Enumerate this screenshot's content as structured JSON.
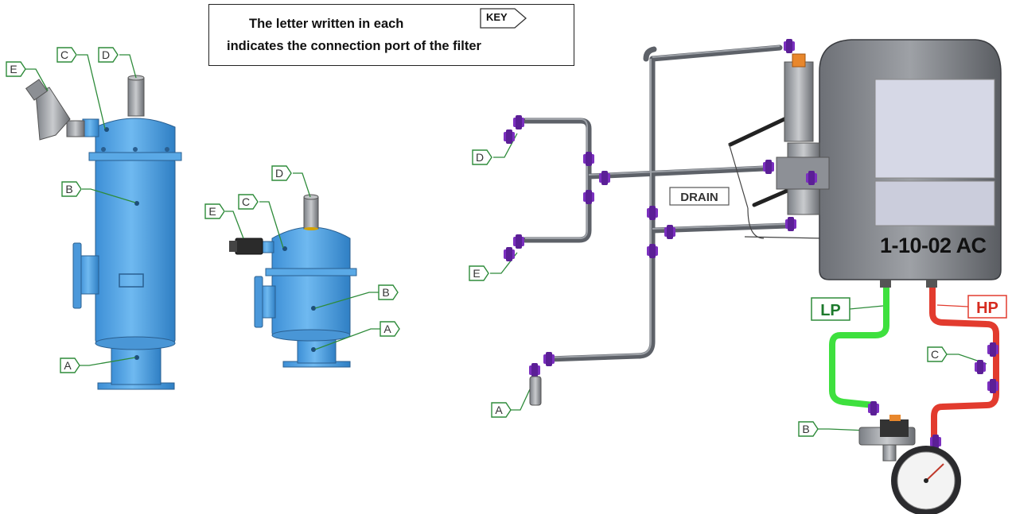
{
  "key_box": {
    "line1": "The letter written in each",
    "line2": "indicates the connection  port of the filter",
    "tag": "KEY"
  },
  "filter_large": {
    "labels": [
      "A",
      "B",
      "C",
      "D",
      "E"
    ]
  },
  "filter_small": {
    "labels": [
      "A",
      "B",
      "C",
      "D",
      "E"
    ]
  },
  "assembly": {
    "drain_label": "DRAIN",
    "device_label": "1-10-02 AC",
    "lp_label": "LP",
    "hp_label": "HP",
    "port_labels": [
      "A",
      "B",
      "C",
      "D",
      "E"
    ]
  },
  "colors": {
    "filter_blue": "#5aa9e6",
    "callout_green": "#2e8b3a",
    "lp_green": "#3ee03e",
    "hp_red": "#e23b2e",
    "fitting_purple": "#7b2fbf",
    "tube_gray": "#6a6e75"
  }
}
